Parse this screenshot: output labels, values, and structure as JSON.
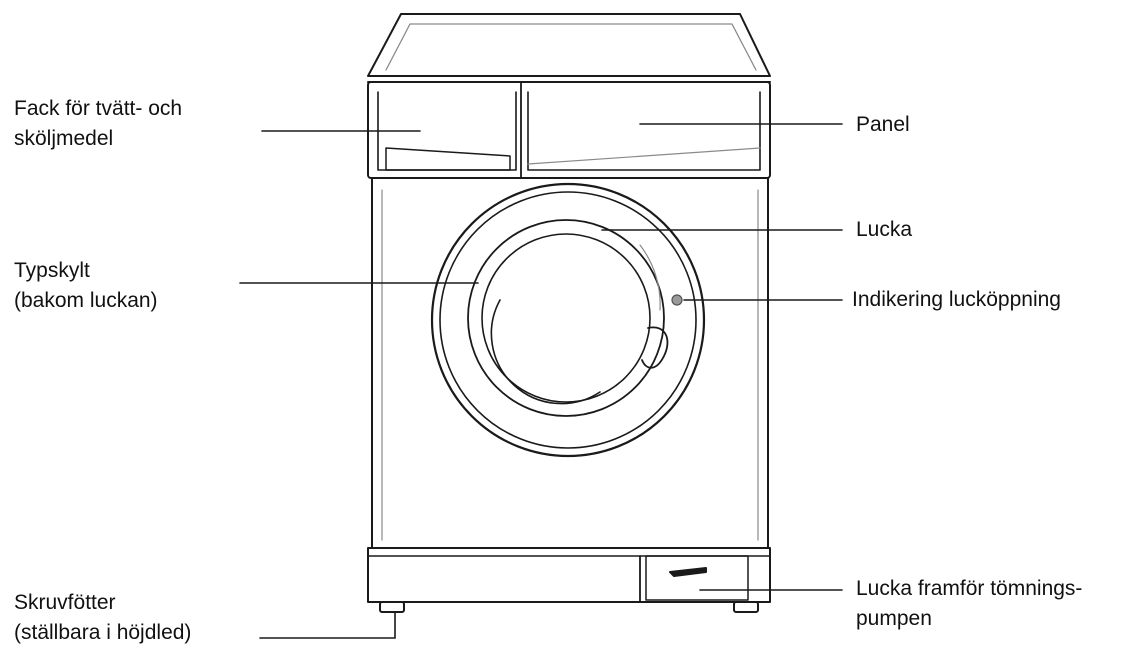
{
  "labels": {
    "detergent_drawer": {
      "line1": "Fack för tvätt- och",
      "line2": "sköljmedel"
    },
    "panel": {
      "line1": "Panel"
    },
    "door": {
      "line1": "Lucka"
    },
    "rating_plate": {
      "line1": "Typskylt",
      "line2": "(bakom luckan)"
    },
    "door_indicator": {
      "line1": "Indikering lucköppning"
    },
    "adjustable_feet": {
      "line1": "Skruvfötter",
      "line2": "(ställbara i höjdled)"
    },
    "pump_flap": {
      "line1": "Lucka framför tömnings-",
      "line2": "pumpen"
    }
  },
  "colors": {
    "stroke": "#1a1a1a",
    "light_stroke": "#8a8a8a",
    "text": "#111111"
  }
}
